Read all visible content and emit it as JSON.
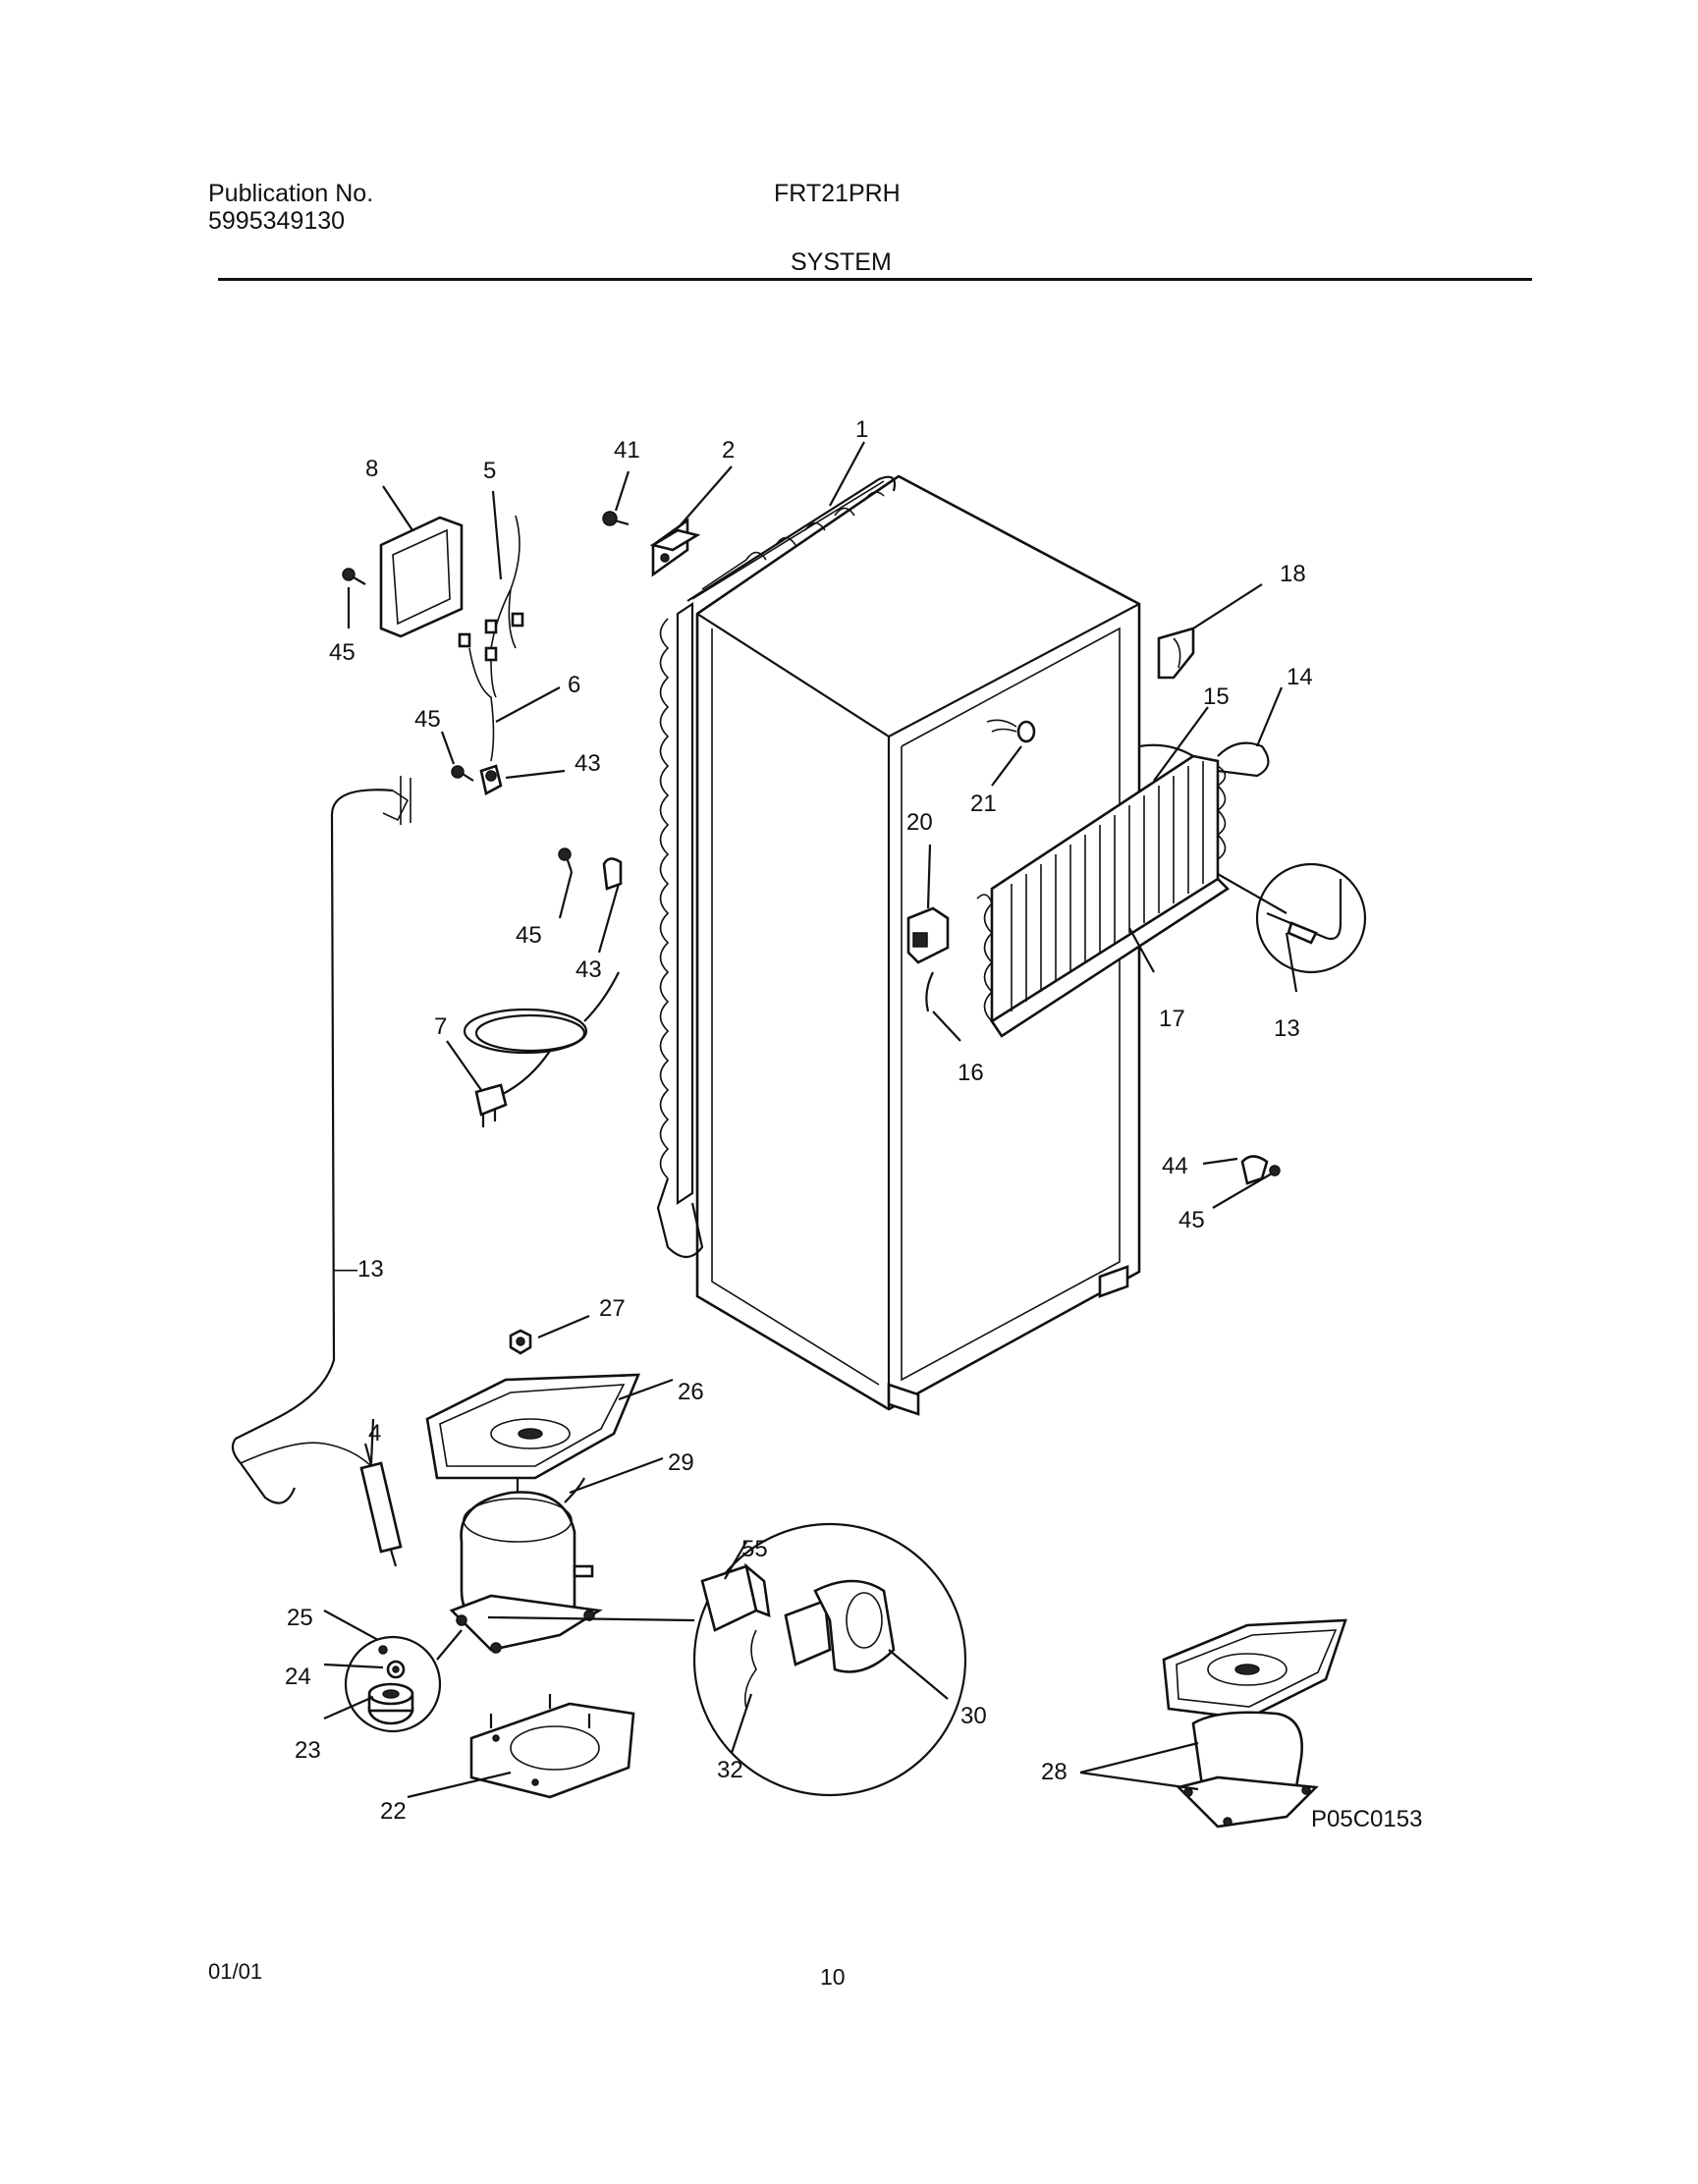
{
  "header": {
    "publication_label": "Publication No.",
    "publication_number": "5995349130",
    "model": "FRT21PRH",
    "section": "SYSTEM"
  },
  "footer": {
    "date": "01/01",
    "page": "10"
  },
  "diagram": {
    "id_code": "P05C0153",
    "callouts": {
      "c1": "1",
      "c2": "2",
      "c41": "41",
      "c8": "8",
      "c5": "5",
      "c45a": "45",
      "c6": "6",
      "c45b": "45",
      "c43a": "43",
      "c45c": "45",
      "c43b": "43",
      "c18": "18",
      "c14": "14",
      "c15": "15",
      "c21": "21",
      "c20": "20",
      "c17": "17",
      "c13a": "13",
      "c16": "16",
      "c7": "7",
      "c44": "44",
      "c45d": "45",
      "c13b": "—13",
      "c27": "27",
      "c26": "26",
      "c4": "4",
      "c29": "29",
      "c55": "55",
      "c25": "25",
      "c24": "24",
      "c23": "23",
      "c30": "30",
      "c32": "32",
      "c22": "22",
      "c28": "28"
    }
  }
}
